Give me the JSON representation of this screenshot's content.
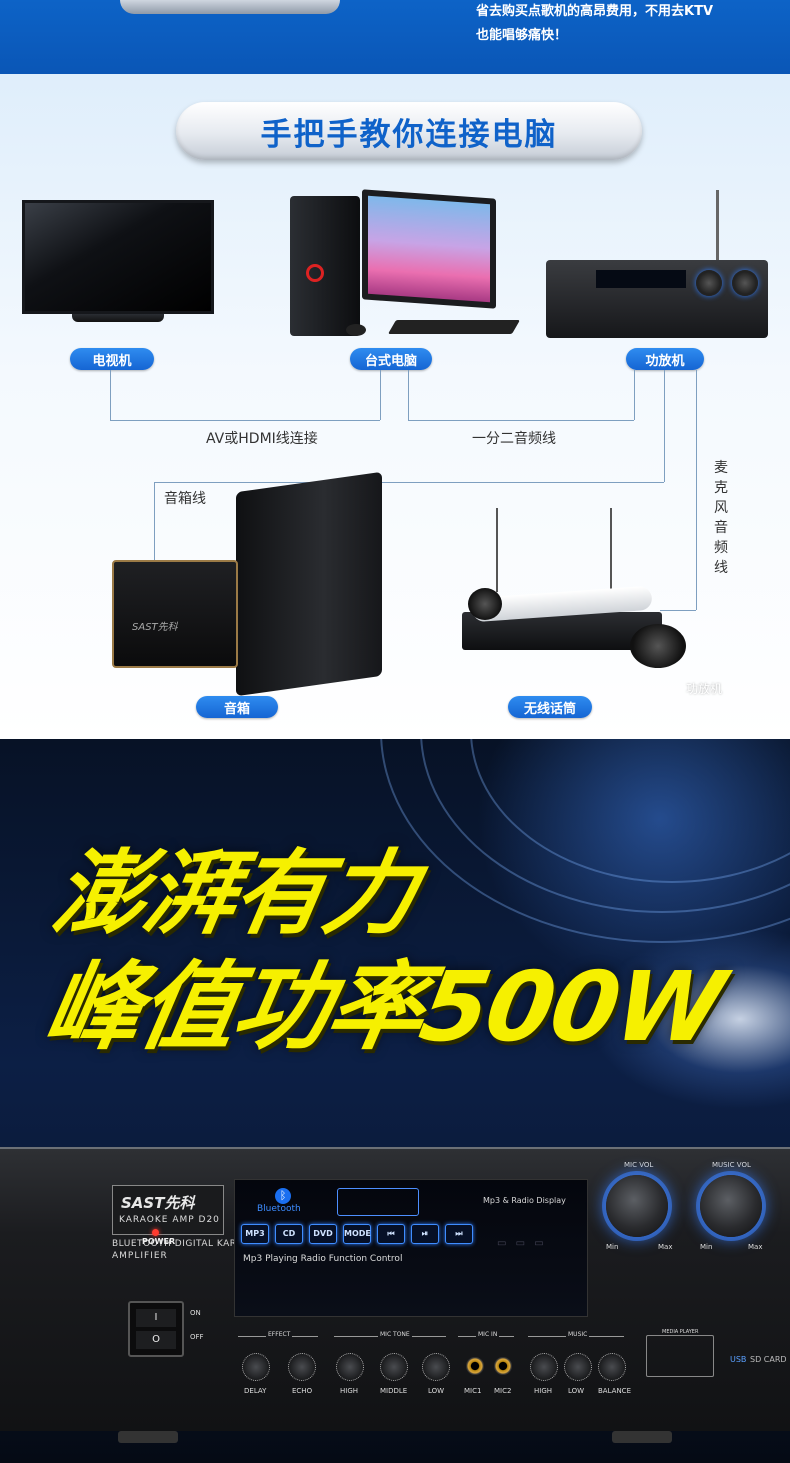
{
  "top": {
    "line1": "省去购买点歌机的高昂费用，不用去KTV",
    "line2": "也能唱够痛快！"
  },
  "connection": {
    "title": "手把手教你连接电脑",
    "devices": {
      "tv": "电视机",
      "pc": "台式电脑",
      "amp": "功放机",
      "speaker": "音箱",
      "wireless_mic": "无线话筒"
    },
    "wires": {
      "av_hdmi": "AV或HDMI线连接",
      "split": "一分二音频线",
      "speaker_wire": "音箱线",
      "mic_wire": "麦克风音频线"
    },
    "watermark": "功放机"
  },
  "power_banner": {
    "line1": "澎湃有力",
    "line2": "峰值功率500W"
  },
  "amplifier_panel": {
    "brand": "SAST先科",
    "model": "KARAOKE AMP D20",
    "desc_line1": "BLUETOOTH DIGITAL KARAOKE",
    "desc_line2": "AMPLIFIER",
    "bluetooth_label": "Bluetooth",
    "function_buttons": [
      "MP3",
      "CD",
      "DVD",
      "MODE",
      "⏮",
      "⏯",
      "⏭"
    ],
    "function_caption": "Mp3 Playing Radio Function Control",
    "display_caption": "Mp3 & Radio Display",
    "mic_vol": "MIC VOL",
    "music_vol": "MUSIC VOL",
    "min": "Min",
    "max": "Max",
    "power": "POWER",
    "switch_on": "ON",
    "switch_off": "OFF",
    "effect_group": "EFFECT",
    "effect_controls": [
      "DELAY",
      "ECHO"
    ],
    "mic_tone_group": "MIC TONE",
    "mic_tone_controls": [
      "HIGH",
      "MIDDLE",
      "LOW"
    ],
    "mic_in_group": "MIC IN",
    "mic_in_controls": [
      "MIC1",
      "MIC2"
    ],
    "music_group": "MUSIC",
    "music_controls": [
      "HIGH",
      "LOW",
      "BALANCE"
    ],
    "media_player": "MEDIA PLAYER",
    "usb": "USB",
    "sd": "SD CARD",
    "colors": {
      "accent_blue": "#1565d3",
      "banner_yellow": "#f6f000",
      "led_red": "#ff3b2f"
    }
  }
}
